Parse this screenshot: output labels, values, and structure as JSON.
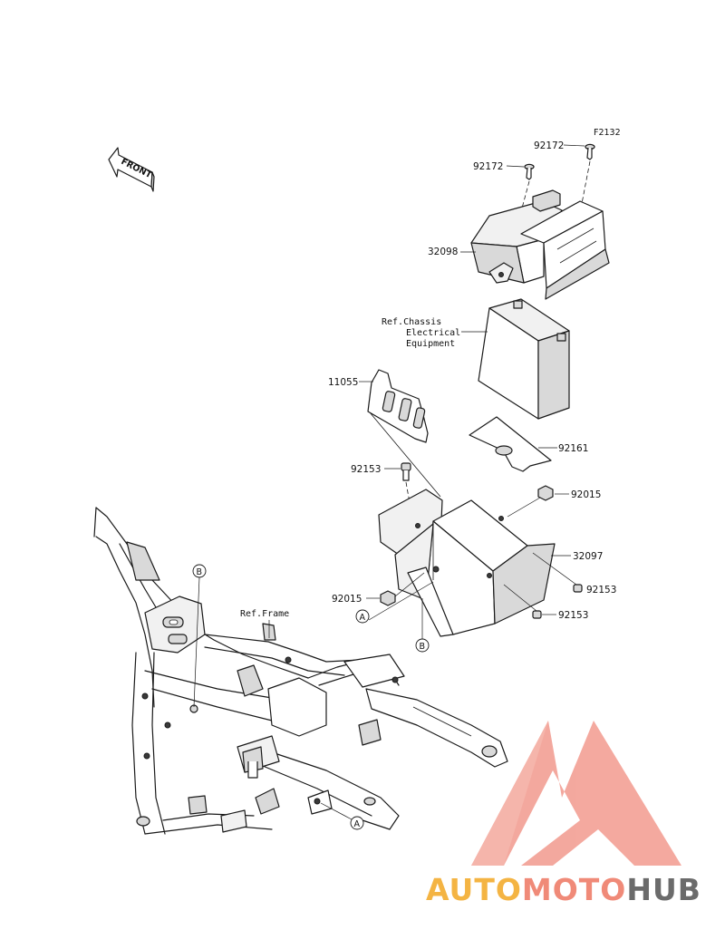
{
  "diagram": {
    "figure_code": "F2132",
    "front_label": "FRONT",
    "parts": {
      "screw_upper_right": "92172",
      "screw_upper_left": "92172",
      "battery_cover": "32098",
      "ref_chassis": [
        "Ref.Chassis",
        "Electrical",
        "Equipment"
      ],
      "holder": "11055",
      "pad": "92161",
      "bolt_left": "92153",
      "nut_right": "92015",
      "battery_case": "32097",
      "bolt_right_upper": "92153",
      "nut_left": "92015",
      "bolt_right_lower": "92153",
      "ref_frame": "Ref.Frame"
    },
    "callouts": {
      "a1": "A",
      "a2": "A",
      "b1": "B",
      "b2": "B"
    }
  },
  "watermark": {
    "parts": [
      "AUTO",
      "MOTO",
      "HUB"
    ],
    "colors": {
      "auto": "#f4b443",
      "moto": "#f08a78",
      "hub": "#6b6b6b",
      "logo": "#f29a8e"
    }
  }
}
